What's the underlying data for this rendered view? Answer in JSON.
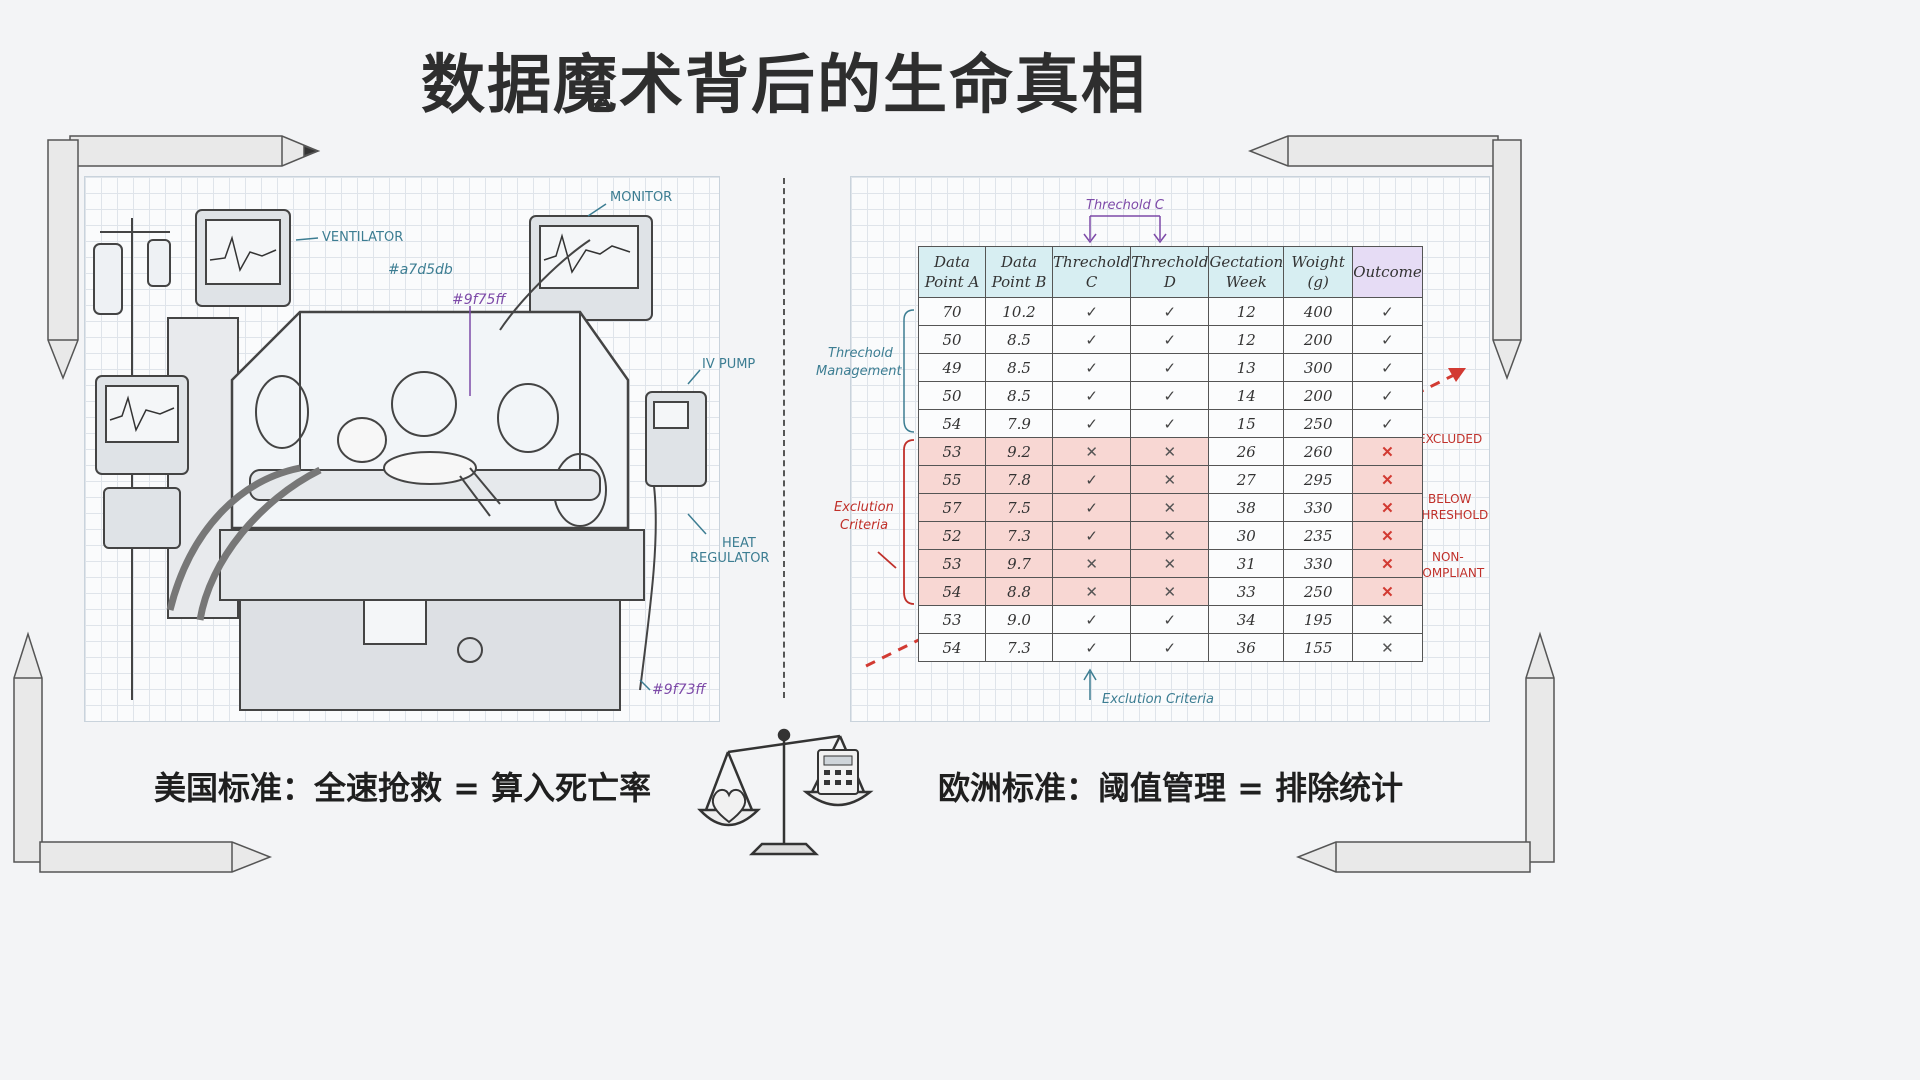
{
  "title": "数据魔术背后的生命真相",
  "left": {
    "labels": {
      "ventilator": "VENTILATOR",
      "monitor": "MONITOR",
      "iv_pump": "IV PUMP",
      "heat_regulator_1": "HEAT",
      "heat_regulator_2": "REGULATOR",
      "color_note_1": "#a7d5db",
      "color_note_2": "#9f75ff",
      "color_note_3": "#9f73ff"
    },
    "caption": "美国标准：全速抢救 = 算入死亡率"
  },
  "right": {
    "threshold_label": "Threchold C",
    "threshold_management_1": "Threchold",
    "threshold_management_2": "Management",
    "exclusion_criteria_1": "Exclution",
    "exclusion_criteria_2": "Criteria",
    "exclusion_criteria_bottom": "Exclution Criteria",
    "excluded": "EXCLUDED",
    "below_threshold_1": "BELOW",
    "below_threshold_2": "THRESHOLD",
    "non_compliant_1": "NON-",
    "non_compliant_2": "COMPLIANT",
    "caption": "欧洲标准：阈值管理 = 排除统计"
  },
  "table": {
    "headers": [
      [
        "Data",
        "Point A"
      ],
      [
        "Data",
        "Point B"
      ],
      [
        "Threchold",
        "C"
      ],
      [
        "Threchold",
        "D"
      ],
      [
        "Gectation",
        "Week"
      ],
      [
        "Woight",
        "(g)"
      ],
      [
        "Outcome",
        ""
      ]
    ],
    "rows": [
      {
        "a": "70",
        "b": "10.2",
        "c": "ok",
        "d": "ok",
        "week": "12",
        "weight": "400",
        "outcome": "ok",
        "excluded": false
      },
      {
        "a": "50",
        "b": "8.5",
        "c": "ok",
        "d": "ok",
        "week": "12",
        "weight": "200",
        "outcome": "ok",
        "excluded": false
      },
      {
        "a": "49",
        "b": "8.5",
        "c": "ok",
        "d": "ok",
        "week": "13",
        "weight": "300",
        "outcome": "ok",
        "excluded": false
      },
      {
        "a": "50",
        "b": "8.5",
        "c": "ok",
        "d": "ok",
        "week": "14",
        "weight": "200",
        "outcome": "ok",
        "excluded": false
      },
      {
        "a": "54",
        "b": "7.9",
        "c": "ok",
        "d": "ok",
        "week": "15",
        "weight": "250",
        "outcome": "ok",
        "excluded": false
      },
      {
        "a": "53",
        "b": "9.2",
        "c": "x",
        "d": "x",
        "week": "26",
        "weight": "260",
        "outcome": "xr",
        "excluded": true
      },
      {
        "a": "55",
        "b": "7.8",
        "c": "ok",
        "d": "x",
        "week": "27",
        "weight": "295",
        "outcome": "xr",
        "excluded": true
      },
      {
        "a": "57",
        "b": "7.5",
        "c": "ok",
        "d": "x",
        "week": "38",
        "weight": "330",
        "outcome": "xr",
        "excluded": true
      },
      {
        "a": "52",
        "b": "7.3",
        "c": "ok",
        "d": "x",
        "week": "30",
        "weight": "235",
        "outcome": "xr",
        "excluded": true
      },
      {
        "a": "53",
        "b": "9.7",
        "c": "x",
        "d": "x",
        "week": "31",
        "weight": "330",
        "outcome": "xr",
        "excluded": true
      },
      {
        "a": "54",
        "b": "8.8",
        "c": "x",
        "d": "x",
        "week": "33",
        "weight": "250",
        "outcome": "xr",
        "excluded": true
      },
      {
        "a": "53",
        "b": "9.0",
        "c": "ok",
        "d": "ok",
        "week": "34",
        "weight": "195",
        "outcome": "x",
        "excluded": false
      },
      {
        "a": "54",
        "b": "7.3",
        "c": "ok",
        "d": "ok",
        "week": "36",
        "weight": "155",
        "outcome": "x",
        "excluded": false
      }
    ]
  },
  "icons": {
    "left_scene": "neonatal-incubator-illustration",
    "scale": "balance-scale-icon",
    "heart": "heart-icon",
    "calculator": "calculator-icon",
    "pencil": "pencil-icon"
  },
  "colors": {
    "red_accent": "#d23a32",
    "teal_header": "#d7eef2",
    "purple_header": "#e6dcf5",
    "excluded_fill": "#f8d7d3",
    "blue_annotation": "#3c7d92",
    "purple_annotation": "#7d4aa8"
  }
}
